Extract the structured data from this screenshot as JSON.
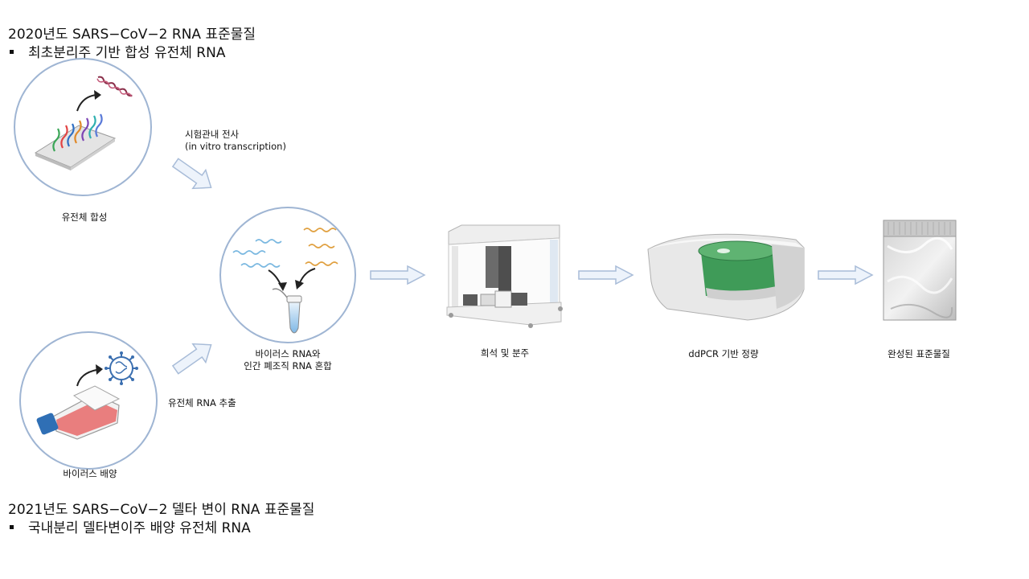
{
  "headings": {
    "top_title": "2020년도 SARS−CoV−2 RNA 표준물질",
    "top_bullet": "최초분리주 기반 합성 유전체 RNA",
    "bottom_title": "2021년도 SARS−CoV−2 델타 변이 RNA 표준물질",
    "bottom_bullet": "국내분리 델타변이주 배양 유전체 RNA"
  },
  "labels": {
    "synthesis": "유전체 합성",
    "ivt_line1": "시험관내 전사",
    "ivt_line2": "(in vitro transcription)",
    "mix_line1": "바이러스 RNA와",
    "mix_line2": "인간 폐조직 RNA 혼합",
    "culture": "바이러스 배양",
    "extraction": "유전체 RNA 추출",
    "dilution": "희석 및 분주",
    "ddpcr": "ddPCR 기반 정량",
    "final": "완성된 표준물질"
  },
  "colors": {
    "circle_stroke": "#9fb5d3",
    "arrow_fill": "#edf3fb",
    "arrow_stroke": "#a8bcd8",
    "ddpcr_green": "#3f9b58",
    "flask_media": "#e86a6a",
    "flask_cap": "#2f6fb5"
  }
}
